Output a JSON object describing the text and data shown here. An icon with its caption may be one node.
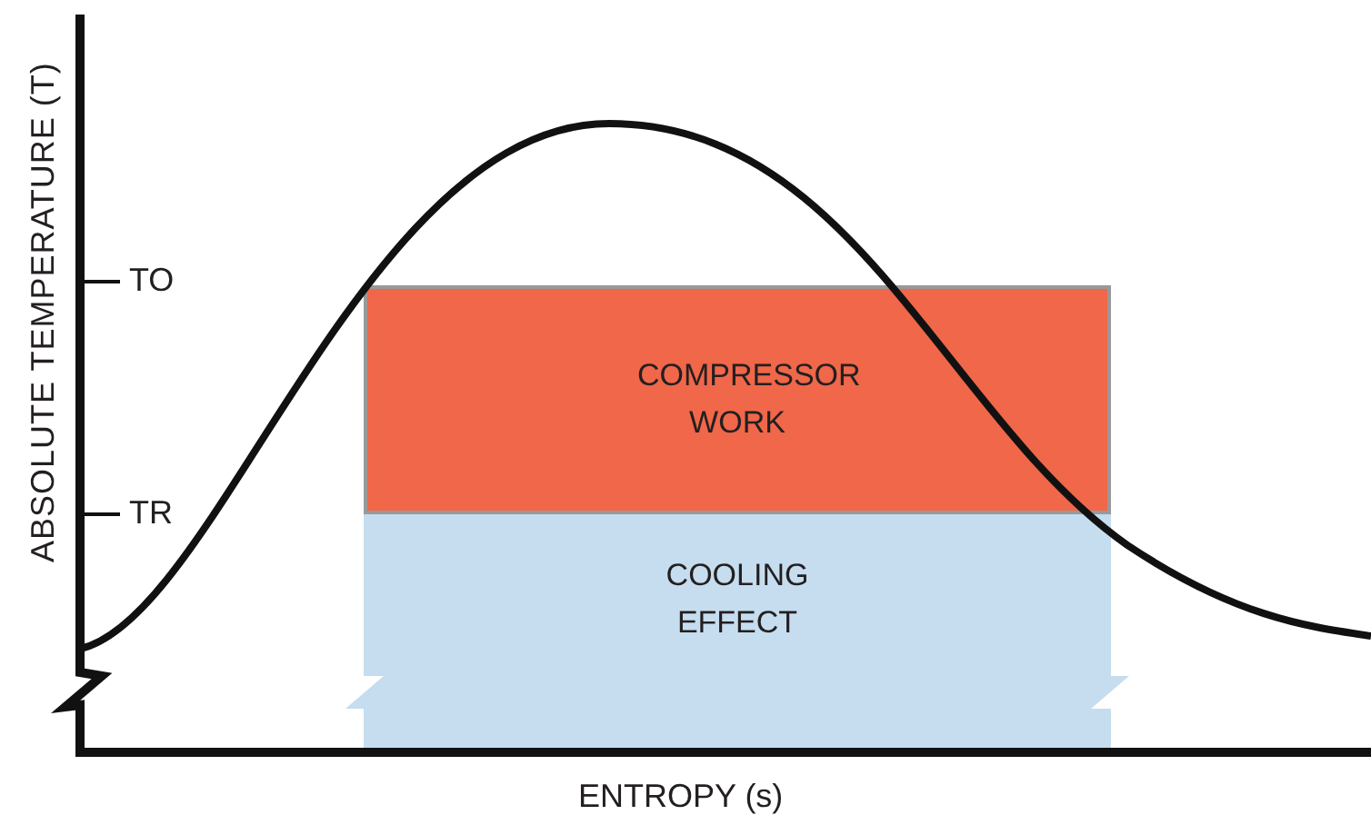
{
  "diagram": {
    "nodes": [
      {
        "text": [
          "COMPRESSOR WORK"
        ]
      },
      {
        "text": [
          "COOLING EFFECT"
        ]
      }
    ],
    "edges": [],
    "labels": [
      "ABSOLUTE TEMPERATURE (T)",
      "TO",
      "TR",
      "ENTROPY (s)"
    ]
  }
}
